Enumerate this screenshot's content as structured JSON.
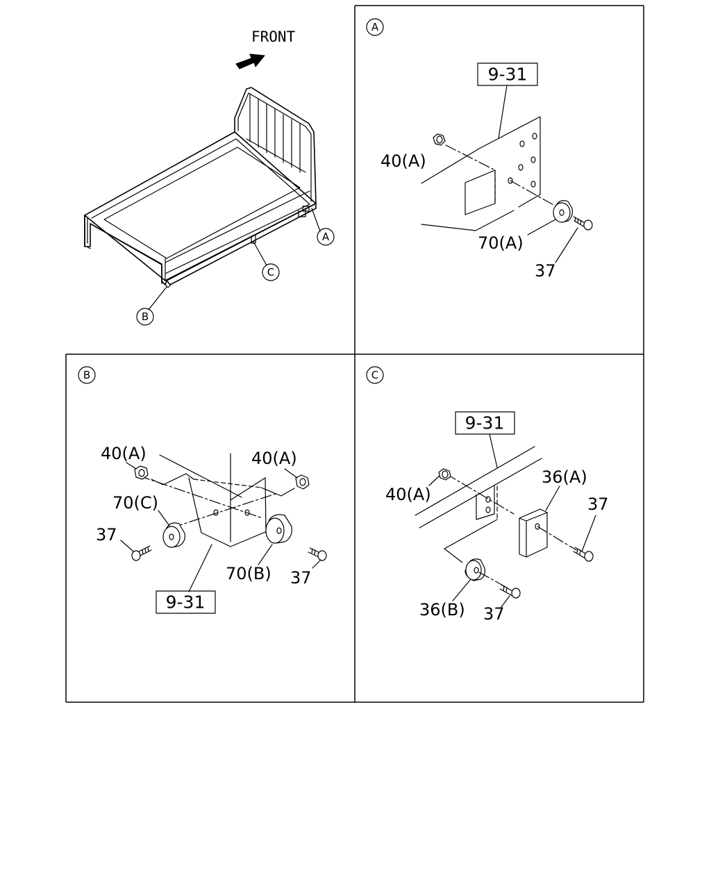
{
  "overview": {
    "front_label": "FRONT",
    "callouts": {
      "a": "A",
      "b": "B",
      "c": "C"
    }
  },
  "panel_a": {
    "marker": "A",
    "ref_box": "9-31",
    "labels": {
      "nut": "40(A)",
      "rubber": "70(A)",
      "bolt": "37"
    }
  },
  "panel_b": {
    "marker": "B",
    "ref_box": "9-31",
    "labels": {
      "nut_left": "40(A)",
      "nut_right": "40(A)",
      "rubber_left": "70(C)",
      "rubber_right": "70(B)",
      "bolt_left": "37",
      "bolt_right": "37"
    }
  },
  "panel_c": {
    "marker": "C",
    "ref_box": "9-31",
    "labels": {
      "nut": "40(A)",
      "pad_a": "36(A)",
      "pad_b": "36(B)",
      "bolt_upper": "37",
      "bolt_lower": "37"
    }
  }
}
